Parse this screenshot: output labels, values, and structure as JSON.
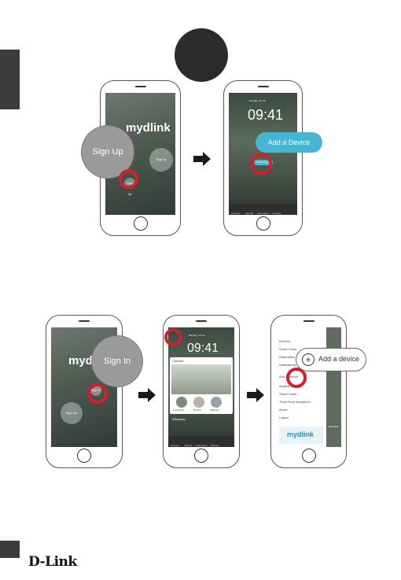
{
  "brand": {
    "name": "D-Link",
    "color": "#111111"
  },
  "accent": {
    "red": "#d2202f",
    "blue": "#46b6d2"
  },
  "top": {
    "phone1": {
      "logo": "mydlink",
      "bubble": "Sign Up",
      "small_btn_a": "Sign In",
      "small_btn_b": "Sign Up"
    },
    "phone2": {
      "header": "Monday, 10 Jun",
      "time": "09:41",
      "pill": "Add a Device",
      "mini_label": "Add a Device",
      "tabs": [
        "Devices",
        "Alerting",
        "Automation",
        "Settings"
      ]
    }
  },
  "bottom": {
    "phone1": {
      "logo": "mydlink",
      "bubble": "Sign In",
      "small_btn_a": "Sign In",
      "small_btn_b": "Sign Up"
    },
    "phone2": {
      "header": "Monday, 10 Jun",
      "time": "09:41",
      "section": "Camera",
      "section2": "Windows",
      "cams": [
        "Living Room",
        "Bedroom",
        "Backyard"
      ],
      "tabs": [
        "Devices",
        "Alerting",
        "Automation",
        "Settings"
      ]
    },
    "phone3": {
      "menu": [
        "Devices",
        "Smart Home",
        "Automation",
        "Notifications",
        "Add a Device",
        "mydlink Settings",
        "Share Users",
        "Third-Party Integration",
        "About",
        "Logout"
      ],
      "bubble": "Add a device",
      "logo": "mydlink",
      "side_label": "Windows"
    }
  }
}
